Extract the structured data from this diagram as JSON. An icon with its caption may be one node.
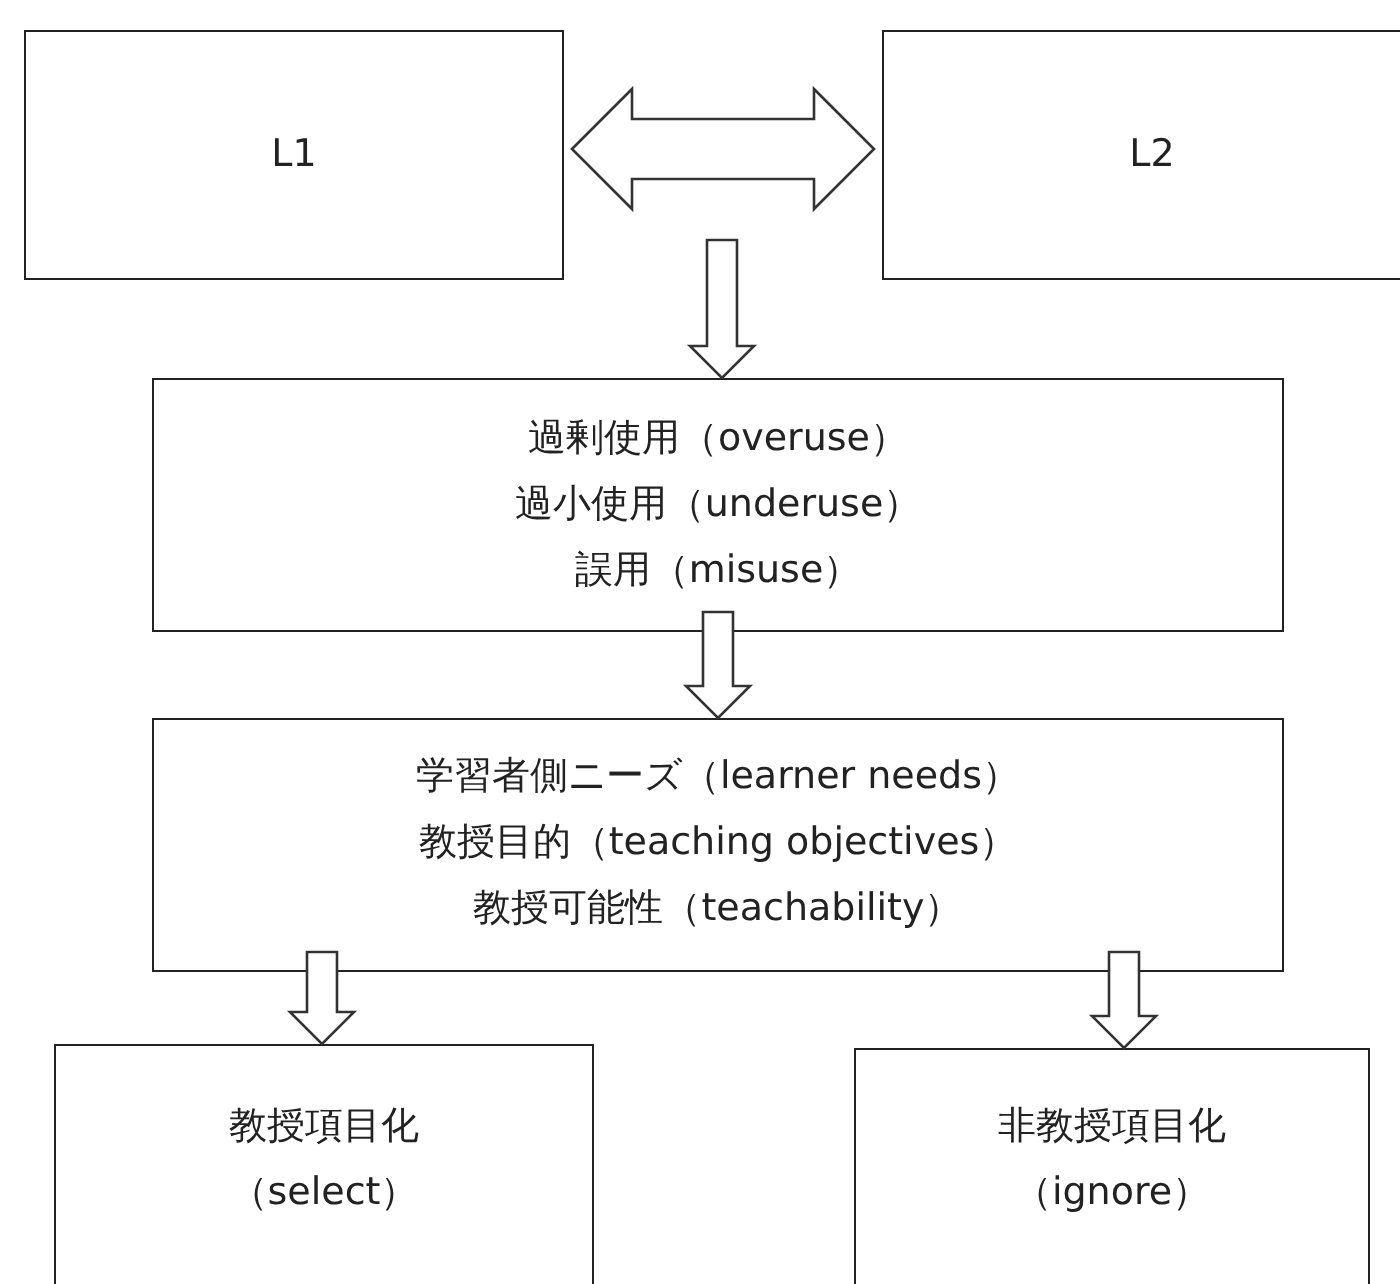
{
  "diagram": {
    "nodes": [
      {
        "text": [
          "L1"
        ]
      },
      {
        "text": [
          "L2"
        ]
      },
      {
        "text": [
          "過剰使用（overuse）",
          "過小使用（underuse）",
          "誤用（misuse）"
        ]
      },
      {
        "text": [
          "学習者側ニーズ（learner needs）",
          "教授目的（teaching objectives）",
          "教授可能性（teachability）"
        ]
      },
      {
        "text": [
          "教授項目化",
          "（select）"
        ]
      },
      {
        "text": [
          "非教授項目化",
          "（ignore）"
        ]
      }
    ],
    "edges": [
      {
        "from": 0,
        "to": 1,
        "arrow": "both"
      },
      {
        "from": null,
        "to": 2,
        "arrow": "to"
      },
      {
        "from": 2,
        "to": 3,
        "arrow": "to"
      },
      {
        "from": 3,
        "to": 4,
        "arrow": "to"
      },
      {
        "from": 3,
        "to": 5,
        "arrow": "to"
      }
    ]
  }
}
